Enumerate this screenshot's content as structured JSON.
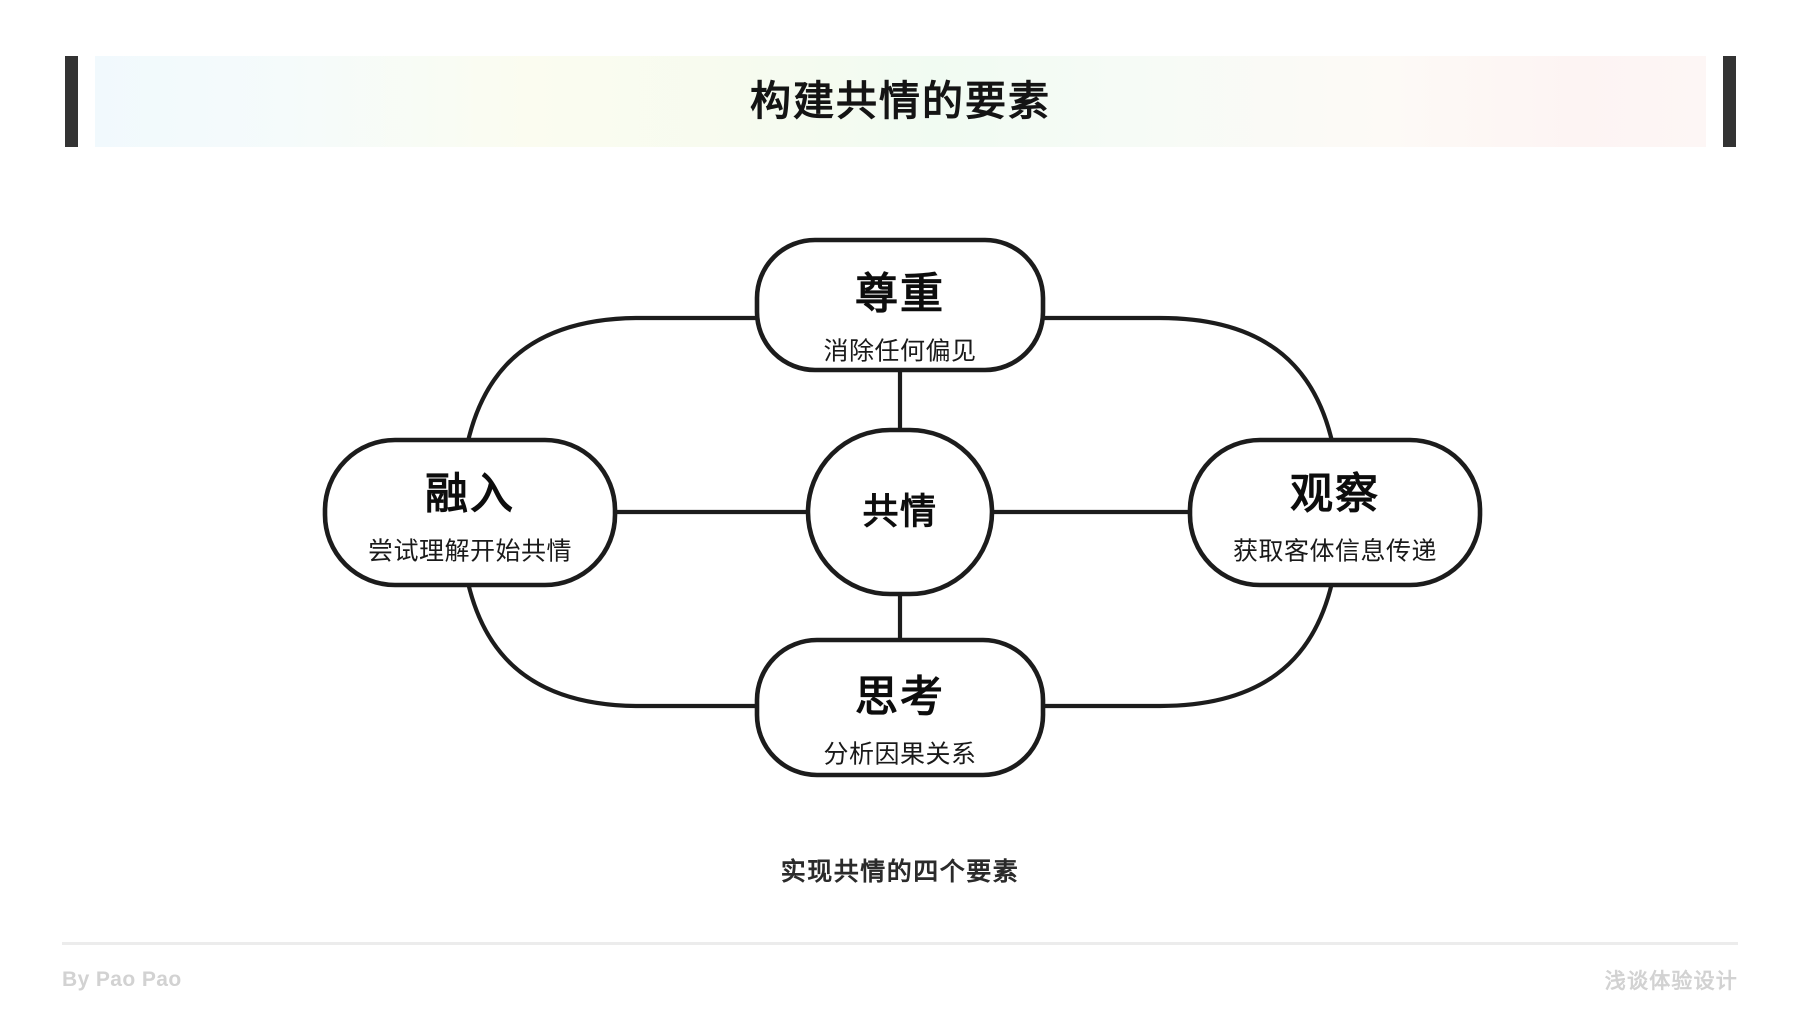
{
  "header": {
    "title": "构建共情的要素"
  },
  "diagram": {
    "center": {
      "label": "共情"
    },
    "nodes": [
      {
        "id": "respect",
        "position": "top",
        "label": "尊重",
        "subtitle": "消除任何偏见"
      },
      {
        "id": "integrate",
        "position": "left",
        "label": "融入",
        "subtitle": "尝试理解开始共情"
      },
      {
        "id": "observe",
        "position": "right",
        "label": "观察",
        "subtitle": "获取客体信息传递"
      },
      {
        "id": "think",
        "position": "bottom",
        "label": "思考",
        "subtitle": "分析因果关系"
      }
    ],
    "caption": "实现共情的四个要素"
  },
  "footer": {
    "left": "By Pao Pao",
    "right": "浅谈体验设计"
  },
  "colors": {
    "ink": "#1c1c1c",
    "rule": "#333333",
    "caption": "#2b2b2b",
    "footer_text": "#d2d2d2",
    "divider": "#ececec"
  }
}
